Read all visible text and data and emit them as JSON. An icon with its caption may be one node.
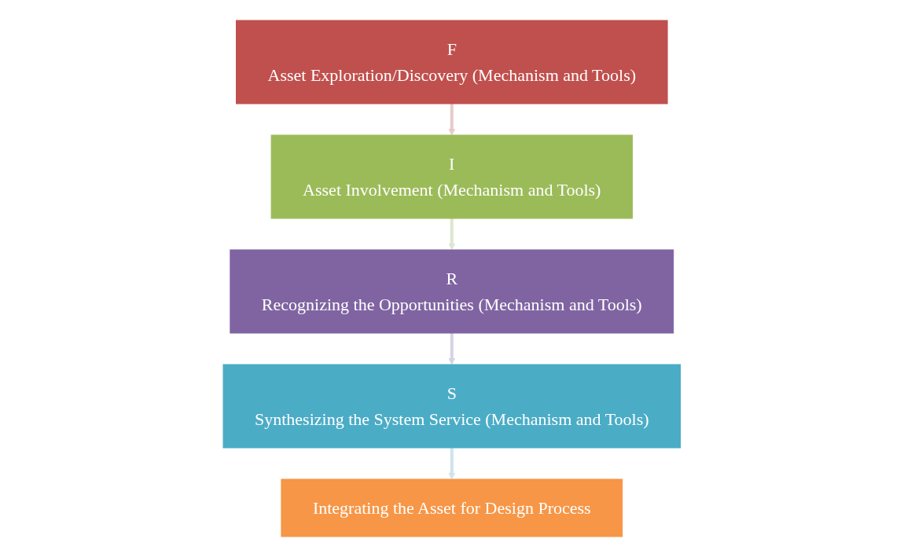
{
  "diagram": {
    "nodes": [
      {
        "text": [
          "F",
          "Asset Exploration/Discovery (Mechanism and Tools)"
        ]
      },
      {
        "text": [
          "I",
          "Asset Involvement (Mechanism and Tools)"
        ]
      },
      {
        "text": [
          "R",
          "Recognizing the Opportunities (Mechanism and Tools)"
        ]
      },
      {
        "text": [
          "S",
          "Synthesizing the System Service (Mechanism and Tools)"
        ]
      },
      {
        "text": [
          "Integrating the Asset for Design Process"
        ]
      }
    ],
    "edges": [
      {
        "from": 0,
        "to": 1,
        "arrow": "to",
        "color": "#e6cbcb"
      },
      {
        "from": 1,
        "to": 2,
        "arrow": "to",
        "color": "#dde6d0"
      },
      {
        "from": 2,
        "to": 3,
        "arrow": "to",
        "color": "#d8d3e3"
      },
      {
        "from": 3,
        "to": 4,
        "arrow": "to",
        "color": "#d1e3ea"
      }
    ]
  }
}
